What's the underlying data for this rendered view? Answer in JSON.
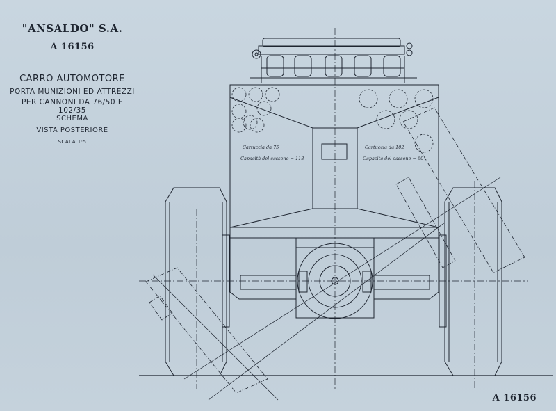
{
  "company": "\"ANSALDO\" S.A.",
  "drawing_number_top": "A  16156",
  "drawing_number_bottom": "A  16156",
  "title": "CARRO AUTOMOTORE",
  "subtitle_line1": "PORTA MUNIZIONI ED ATTREZZI",
  "subtitle_line2": "PER CANNONI DA 76/50 E 102/35",
  "view_type": "SCHEMA",
  "view_name": "VISTA POSTERIORE",
  "scale": "SCALA 1:5",
  "notes": {
    "left_line1": "Cartuccia da 75",
    "left_line2": "Capacità del cassone = 118",
    "right_line1": "Cartuccia da 102",
    "right_line2": "Capacità del cassone = 60"
  }
}
